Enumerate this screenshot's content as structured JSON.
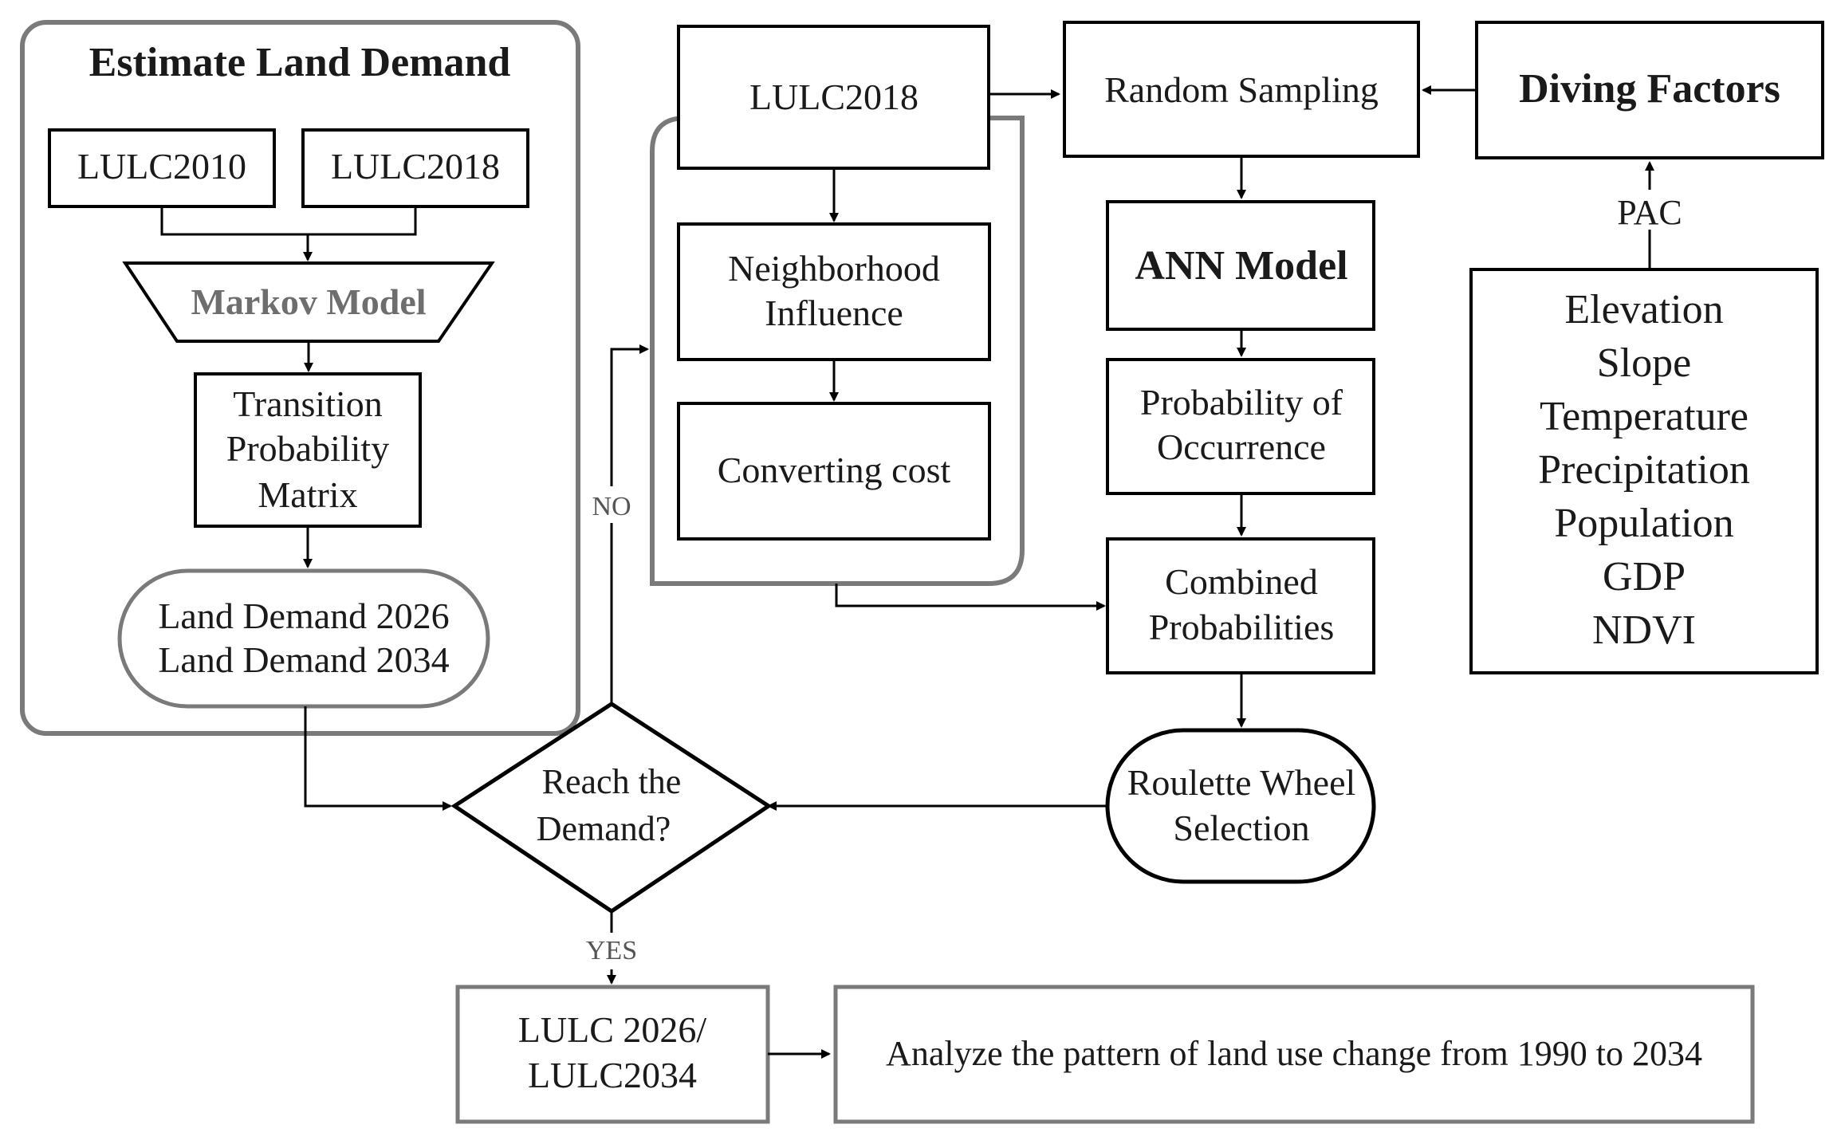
{
  "estimate_group": {
    "title": "Estimate Land Demand",
    "lulc2010": "LULC2010",
    "lulc2018": "LULC2018",
    "markov": "Markov Model",
    "tpm_line1": "Transition",
    "tpm_line2": "Probability",
    "tpm_line3": "Matrix",
    "demand_line1": "Land Demand 2026",
    "demand_line2": "Land Demand 2034"
  },
  "middle": {
    "lulc2018": "LULC2018",
    "neighborhood_line1": "Neighborhood",
    "neighborhood_line2": "Influence",
    "converting_cost": "Converting cost"
  },
  "ann_column": {
    "random_sampling": "Random Sampling",
    "ann_model": "ANN Model",
    "probability_line1": "Probability of",
    "probability_line2": "Occurrence",
    "combined_line1": "Combined",
    "combined_line2": "Probabilities",
    "roulette_line1": "Roulette Wheel",
    "roulette_line2": "Selection"
  },
  "factors": {
    "title": "Diving Factors",
    "pac_label": "PAC",
    "items": [
      "Elevation",
      "Slope",
      "Temperature",
      "Precipitation",
      "Population",
      "GDP",
      "NDVI"
    ]
  },
  "decision": {
    "line1": "Reach the",
    "line2": "Demand?",
    "no_label": "NO",
    "yes_label": "YES"
  },
  "output": {
    "line1": "LULC 2026/",
    "line2": "LULC2034",
    "analyze": "Analyze the pattern of land use change from 1990 to 2034"
  }
}
